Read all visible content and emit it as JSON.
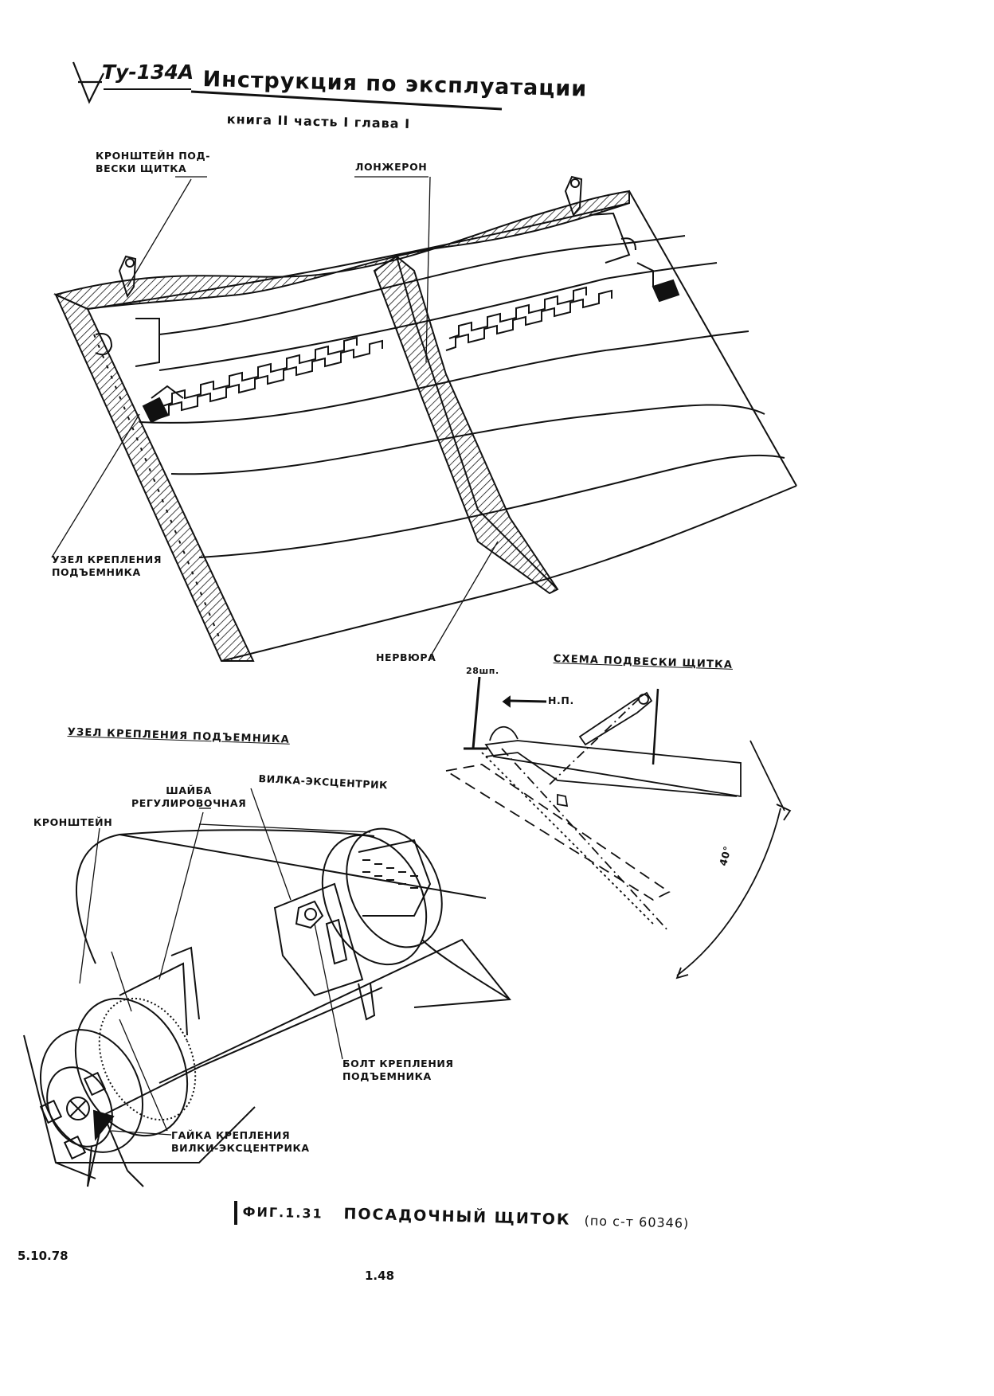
{
  "header": {
    "logo": "Ту-134А",
    "title": "Инструкция по эксплуатации",
    "subtitle": "книга II часть I глава I"
  },
  "labels": {
    "bracket": [
      "КРОНШТЕЙН ПОД-",
      "ВЕСКИ ЩИТКА"
    ],
    "spar": "ЛОНЖЕРОН",
    "lift_node": [
      "УЗЕЛ КРЕПЛЕНИЯ",
      "ПОДЪЕМНИКА"
    ],
    "rib": "НЕРВЮРА",
    "scheme_title": "СХЕМА ПОДВЕСКИ ЩИТКА",
    "frame": "28шп.",
    "direction": "Н.П.",
    "angle": "40°",
    "lift_node_section": "УЗЕЛ КРЕПЛЕНИЯ ПОДЪЕМНИКА",
    "washer": [
      "ШАЙБА",
      "РЕГУЛИРОВОЧНАЯ"
    ],
    "fork": "ВИЛКА-ЭКСЦЕНТРИК",
    "bracket_small": "КРОНШТЕЙН",
    "bolt": [
      "БОЛТ КРЕПЛЕНИЯ",
      "ПОДЪЕМНИКА"
    ],
    "nut": [
      "ГАЙКА КРЕПЛЕНИЯ",
      "ВИЛКИ-ЭКСЦЕНТРИКА"
    ]
  },
  "caption": {
    "fig": "ФИГ.1.31",
    "title": "ПОСАДОЧНЫЙ ЩИТОК",
    "note": "(по с-т 60346)"
  },
  "footer": {
    "date": "5.10.78",
    "page": "1.48"
  }
}
